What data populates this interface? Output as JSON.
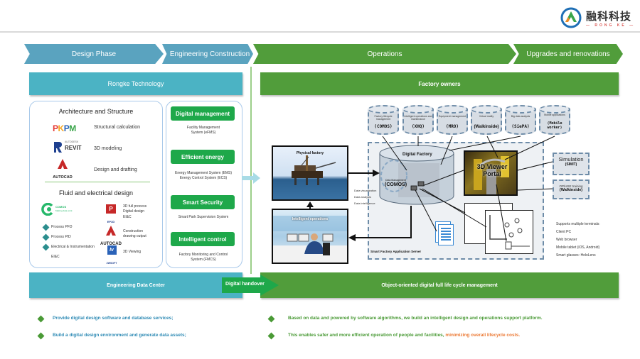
{
  "brand": {
    "name_cn": "融科科技",
    "name_en": "— RONG KE —"
  },
  "phases": [
    {
      "label": "Design Phase"
    },
    {
      "label": "Engineering Construction"
    },
    {
      "label": "Operations"
    },
    {
      "label": "Upgrades and renovations"
    }
  ],
  "left": {
    "header": "Rongke Technology",
    "arch": {
      "title": "Architecture and Structure",
      "items": [
        {
          "logo": "PKPM",
          "label": "Structural calculation"
        },
        {
          "logo": "REVIT",
          "logo_sub": "AUTODESK",
          "label": "3D modeling"
        },
        {
          "logo": "AUTOCAD",
          "label": "Design and drafting"
        }
      ]
    },
    "fluid": {
      "title": "Fluid and electrical design",
      "comos_logo": "COMOS",
      "comos_tag": "Making data work",
      "bullets": [
        "Process PFD",
        "Process PID",
        "Electrical & Instrumentation",
        "EI&C"
      ],
      "tools": [
        {
          "logo": "EP3D",
          "label": "3D full process\nDigital design\nEI&C"
        },
        {
          "logo": "AUTOCAD",
          "label": "Construction\ndrawing output"
        },
        {
          "logo": "ZWSOFT",
          "label": "3D Viewing"
        }
      ]
    },
    "services": [
      {
        "title": "Digital management",
        "desc": "Facility Management\nSystem (eFMS)"
      },
      {
        "title": "Efficient energy",
        "desc": "Energy Management System (EMS)\nEnergy Control System (ECS)"
      },
      {
        "title": "Smart Security",
        "desc": "Smart Park Supervision System"
      },
      {
        "title": "Intelligent control",
        "desc": "Factory Monitoring and Control\nSystem (FMCS)"
      }
    ],
    "footer": "Engineering Data Center"
  },
  "handover": "Digital handover",
  "right": {
    "header": "Factory owners",
    "databases": [
      {
        "caption": "Factory lifecycle management",
        "name": "(COMOS)"
      },
      {
        "caption": "Intelligent operations and maintenance",
        "name": "(XHQ)"
      },
      {
        "caption": "Equipment management",
        "name": "(MRO)"
      },
      {
        "caption": "Virtual reality",
        "name": "(Walkinside)"
      },
      {
        "caption": "Big data analysis",
        "name": "(SiePA)"
      },
      {
        "caption": "Mobile applications",
        "name": "(Mobile worker)"
      }
    ],
    "physical_factory": "Physical factory",
    "intelligent_operations": "Intelligent operations",
    "digital_factory": "Digital Factory",
    "comos_core_caption": "Data Management",
    "comos_core": "(COMOS)",
    "data_functions": [
      "Data visualization",
      "Data analysis",
      "Data intelligence"
    ],
    "viewer": "3D Viewer Portal",
    "server": "Smart Factory Application Server",
    "simulation": {
      "title": "Simulation",
      "name": "(SIMIT)"
    },
    "training": {
      "title": "OP/HSE training",
      "name": "(Walkinside)"
    },
    "terminals": [
      "Supports multiple terminals:",
      "Client PC",
      "Web browser",
      "Mobile tablet (iOS, Android)",
      "Smart glasses: HoloLens"
    ],
    "footer": "Object-oriented digital full life cycle management"
  },
  "bullets_left": [
    "Provide digital design software and database services;",
    "Build a digital design environment and generate data assets;"
  ],
  "bullets_right": [
    {
      "text": "Based on data and powered by software algorithms, we build an intelligent design and operations support platform."
    },
    {
      "text": "This enables safer and more efficient operation of people and facilities, ",
      "highlight": "minimizing overall lifecycle costs."
    }
  ],
  "colors": {
    "teal": "#4bb3c4",
    "phase_blue": "#5aa3bf",
    "green": "#519d3b",
    "button_green": "#1ea84a",
    "highlight_orange": "#ec7a35",
    "bullet_blue": "#2f8bb5"
  }
}
